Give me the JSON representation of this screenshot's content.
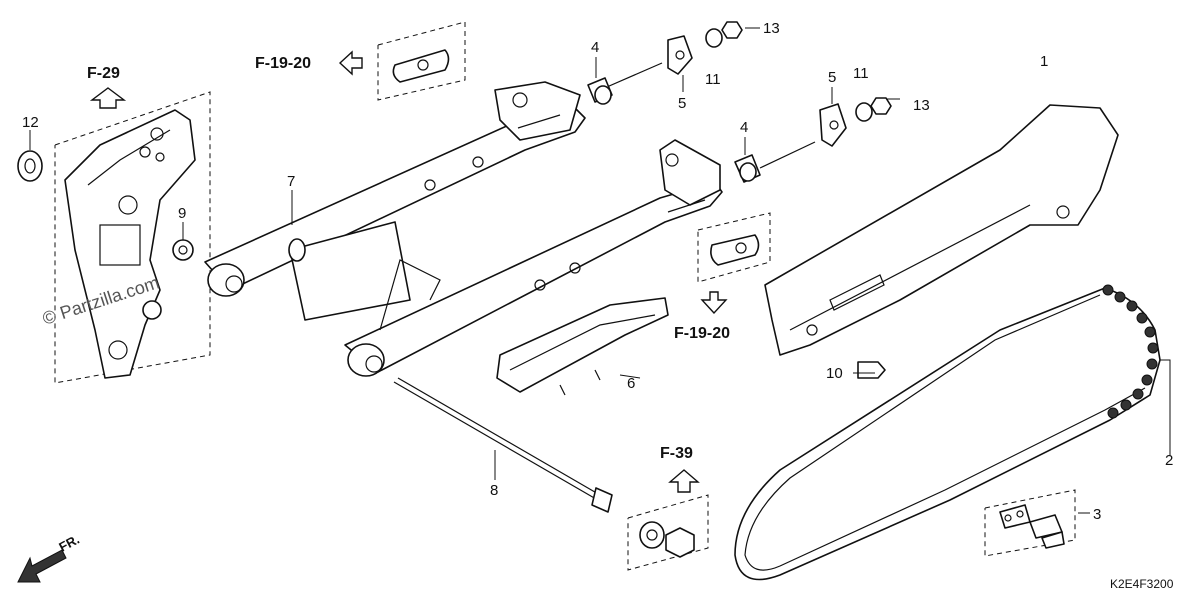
{
  "refs": {
    "f29": "F-29",
    "f1920_top": "F-19-20",
    "f1920_mid": "F-19-20",
    "f39": "F-39"
  },
  "callouts": {
    "p1": "1",
    "p2": "2",
    "p3": "3",
    "p4a": "4",
    "p4b": "4",
    "p5a": "5",
    "p5b": "5",
    "p6": "6",
    "p7": "7",
    "p8": "8",
    "p9": "9",
    "p10": "10",
    "p11a": "11",
    "p11b": "11",
    "p12": "12",
    "p13a": "13",
    "p13b": "13"
  },
  "watermark": "© Partzilla.com",
  "diagram_code": "K2E4F3200",
  "front_label": "FR.",
  "icons": {
    "front": "front-direction-arrow-icon",
    "ref": "reference-arrow-icon"
  }
}
